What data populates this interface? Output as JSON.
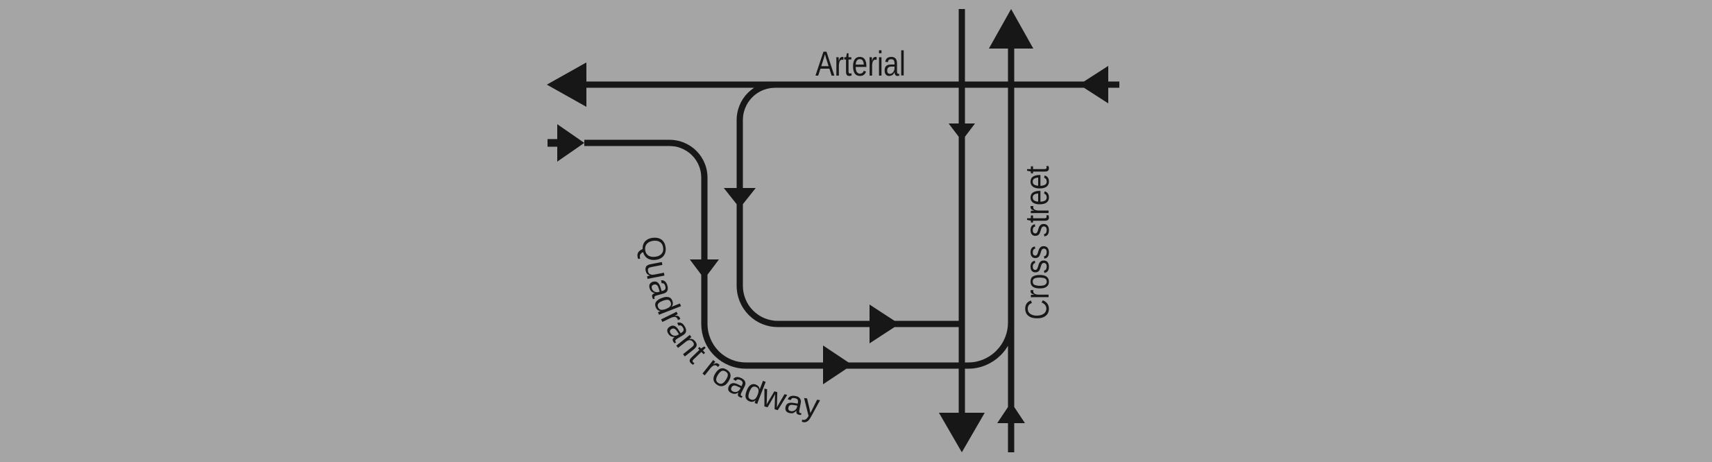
{
  "title": "Quadrant roadway intersection schematic",
  "colors": {
    "background": "#a5a5a5",
    "ink": "#171717"
  },
  "labels": {
    "arterial": "Arterial",
    "cross_street": "Cross street",
    "quadrant_roadway": "Quadrant roadway"
  },
  "roads": {
    "arterial": {
      "name": "Arterial",
      "orientation": "horizontal",
      "direction_shown": "westbound"
    },
    "cross_street": {
      "name": "Cross street",
      "orientation": "vertical",
      "directions_shown": [
        "southbound",
        "northbound"
      ]
    },
    "quadrant_roadway": {
      "name": "Quadrant roadway",
      "description": "Two one-way connector paths in the southwest quadrant linking the arterial and the cross street"
    }
  },
  "arrows": [
    {
      "name": "arterial-exit-arrow",
      "points": "west",
      "meaning": "westbound arterial traffic leaving the diagram"
    },
    {
      "name": "arterial-entry-arrow",
      "points": "west",
      "meaning": "westbound arterial traffic entering from the east"
    },
    {
      "name": "cross-street-southbound-flow-arrow",
      "points": "south",
      "meaning": "southbound cross street traffic"
    },
    {
      "name": "cross-street-southbound-exit-arrow",
      "points": "south",
      "meaning": "southbound cross street traffic leaving the diagram"
    },
    {
      "name": "cross-street-northbound-exit-arrow",
      "points": "north",
      "meaning": "northbound cross street traffic leaving the diagram"
    },
    {
      "name": "cross-street-northbound-entry-arrow",
      "points": "north",
      "meaning": "northbound cross street traffic entering from the south"
    },
    {
      "name": "quadrant-a-entry",
      "points": "south",
      "meaning": "arterial traffic turning onto the quadrant roadway"
    },
    {
      "name": "quadrant-a-flow-arrow",
      "points": "east",
      "meaning": "quadrant roadway traffic toward the cross street"
    },
    {
      "name": "quadrant-b-entry-arrow",
      "points": "east",
      "meaning": "traffic entering the quadrant roadway from the west"
    },
    {
      "name": "quadrant-b-flow-arrow",
      "points": "south",
      "meaning": "quadrant roadway traffic heading south"
    },
    {
      "name": "quadrant-b-merge-arrow",
      "points": "east",
      "meaning": "quadrant roadway traffic merging onto the northbound cross street"
    }
  ]
}
